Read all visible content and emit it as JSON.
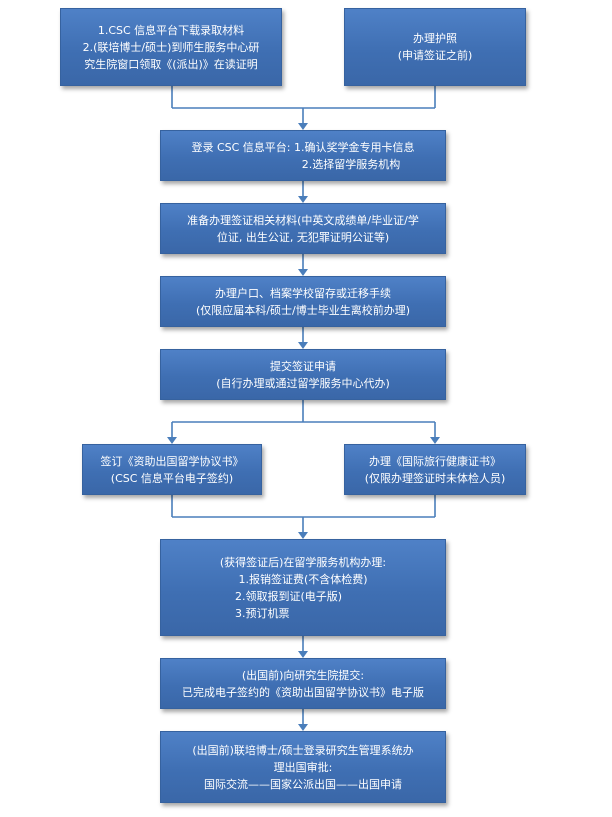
{
  "colors": {
    "box_fill": "#4472c4",
    "box_border": "#36629f",
    "connector": "#4a7ebb",
    "text": "#ffffff"
  },
  "steps": {
    "csc_download": {
      "lines": [
        "1.CSC 信息平台下载录取材料",
        "2.(联培博士/硕士)到师生服务中心研",
        "究生院窗口领取《(派出)》在读证明"
      ]
    },
    "passport": {
      "lines": [
        "办理护照",
        "(申请签证之前)"
      ]
    },
    "csc_login": {
      "lines": [
        "登录 CSC 信息平台: 1.确认奖学金专用卡信息",
        "2.选择留学服务机构"
      ]
    },
    "visa_materials": {
      "lines": [
        "准备办理签证相关材料(中英文成绩单/毕业证/学",
        "位证, 出生公证, 无犯罪证明公证等)"
      ]
    },
    "hukou": {
      "lines": [
        "办理户口、档案学校留存或迁移手续",
        "(仅限应届本科/硕士/博士毕业生离校前办理)"
      ]
    },
    "visa_submit": {
      "lines": [
        "提交签证申请",
        "(自行办理或通过留学服务中心代办)"
      ]
    },
    "agreement": {
      "lines": [
        "签订《资助出国留学协议书》",
        "(CSC 信息平台电子签约)"
      ]
    },
    "health_cert": {
      "lines": [
        "办理《国际旅行健康证书》",
        "(仅限办理签证时未体检人员)"
      ]
    },
    "after_visa": {
      "lines": [
        "(获得签证后)在留学服务机构办理:",
        "1.报销签证费(不含体检费)",
        "2.领取报到证(电子版)",
        "3.预订机票"
      ]
    },
    "submit_grad": {
      "lines": [
        "(出国前)向研究生院提交:",
        "已完成电子签约的《资助出国留学协议书》电子版"
      ]
    },
    "approval": {
      "lines": [
        "(出国前)联培博士/硕士登录研究生管理系统办",
        "理出国审批:",
        "国际交流——国家公派出国——出国申请"
      ]
    }
  }
}
